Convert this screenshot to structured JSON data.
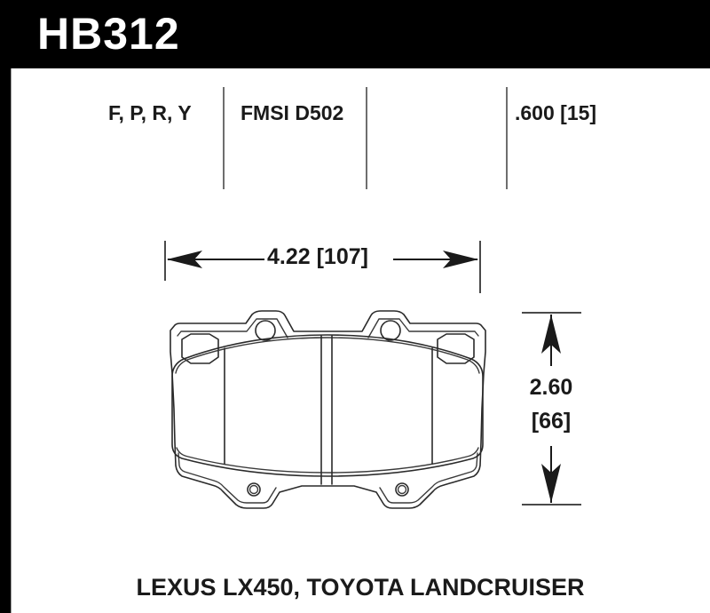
{
  "header": {
    "part_number": "HB312",
    "background_color": "#000000",
    "text_color": "#ffffff"
  },
  "spec_row": {
    "compounds": "F, P, R, Y",
    "fmsi": "FMSI D502",
    "thickness": ".600 [15]"
  },
  "dimensions": {
    "width": "4.22 [107]",
    "height_line1": "2.60",
    "height_line2": "[66]"
  },
  "caption": {
    "vehicles": "LEXUS LX450, TOYOTA LANDCRUISER"
  },
  "drawing": {
    "title": "brake-pad-outline",
    "line_color": "#2a2a2a"
  }
}
